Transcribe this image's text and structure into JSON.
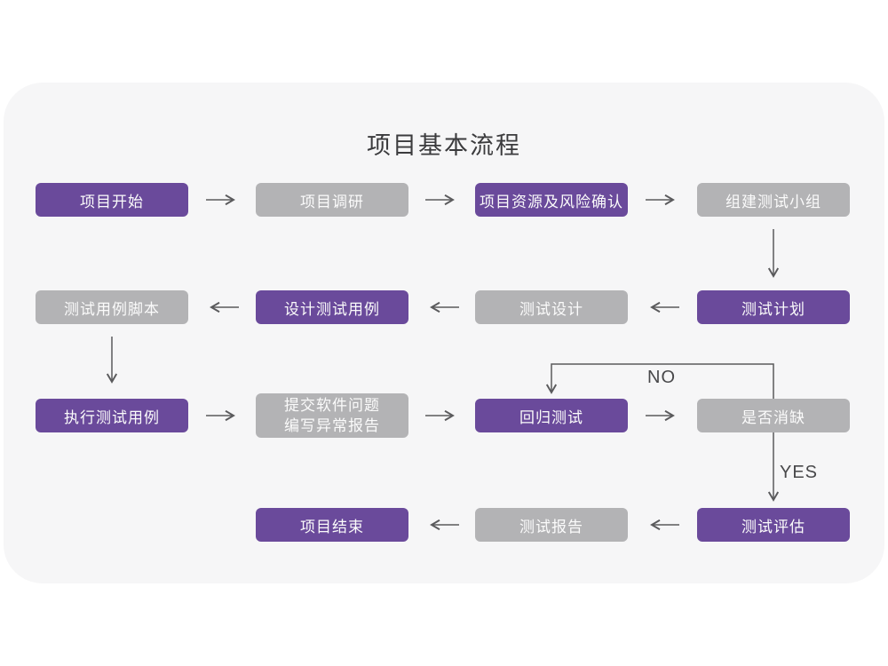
{
  "title": "项目基本流程",
  "colors": {
    "page_bg": "#ffffff",
    "card_bg": "#f6f6f7",
    "node_purple": "#6a4a9b",
    "node_gray": "#b3b3b5",
    "node_text": "#fbfbfb",
    "arrow": "#5a5a5c",
    "title_text": "#3b3b3d"
  },
  "nodes": [
    {
      "id": "project-start",
      "label": "项目开始",
      "style": "purple"
    },
    {
      "id": "project-research",
      "label": "项目调研",
      "style": "gray"
    },
    {
      "id": "resources-and-risk",
      "label": "项目资源及风险确认",
      "style": "purple"
    },
    {
      "id": "build-test-team",
      "label": "组建测试小组",
      "style": "gray"
    },
    {
      "id": "test-plan",
      "label": "测试计划",
      "style": "purple"
    },
    {
      "id": "test-design",
      "label": "测试设计",
      "style": "gray"
    },
    {
      "id": "design-test-cases",
      "label": "设计测试用例",
      "style": "purple"
    },
    {
      "id": "test-case-script",
      "label": "测试用例脚本",
      "style": "gray"
    },
    {
      "id": "execute-test-cases",
      "label": "执行测试用例",
      "style": "purple"
    },
    {
      "id": "submit-issue-report",
      "label_line1": "提交软件问题",
      "label_line2": "编写异常报告",
      "style": "gray"
    },
    {
      "id": "regression-test",
      "label": "回归测试",
      "style": "purple"
    },
    {
      "id": "defect-resolved",
      "label": "是否消缺",
      "style": "gray"
    },
    {
      "id": "test-evaluation",
      "label": "测试评估",
      "style": "purple"
    },
    {
      "id": "test-report",
      "label": "测试报告",
      "style": "gray"
    },
    {
      "id": "project-end",
      "label": "项目结束",
      "style": "purple"
    }
  ],
  "edges": [
    {
      "from": "project-start",
      "to": "project-research"
    },
    {
      "from": "project-research",
      "to": "resources-and-risk"
    },
    {
      "from": "resources-and-risk",
      "to": "build-test-team"
    },
    {
      "from": "build-test-team",
      "to": "test-plan"
    },
    {
      "from": "test-plan",
      "to": "test-design"
    },
    {
      "from": "test-design",
      "to": "design-test-cases"
    },
    {
      "from": "design-test-cases",
      "to": "test-case-script"
    },
    {
      "from": "test-case-script",
      "to": "execute-test-cases"
    },
    {
      "from": "execute-test-cases",
      "to": "submit-issue-report"
    },
    {
      "from": "submit-issue-report",
      "to": "regression-test"
    },
    {
      "from": "regression-test",
      "to": "defect-resolved"
    },
    {
      "from": "defect-resolved",
      "to": "regression-test",
      "label": "NO"
    },
    {
      "from": "defect-resolved",
      "to": "test-evaluation",
      "label": "YES"
    },
    {
      "from": "test-evaluation",
      "to": "test-report"
    },
    {
      "from": "test-report",
      "to": "project-end"
    }
  ],
  "edge_labels": {
    "no": "NO",
    "yes": "YES"
  }
}
